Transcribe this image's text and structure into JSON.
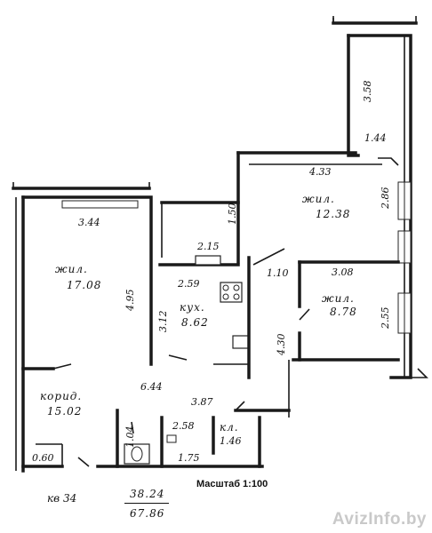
{
  "rooms": {
    "living_large": {
      "name": "жил.",
      "area": "17.08"
    },
    "living_right_top": {
      "name": "жил.",
      "area": "12.38"
    },
    "living_right_mid": {
      "name": "жил.",
      "area": "8.78"
    },
    "kitchen": {
      "name": "кух.",
      "area": "8.62"
    },
    "corridor": {
      "name": "корид.",
      "area": "15.02"
    },
    "closet": {
      "name": "кл.",
      "area": ""
    }
  },
  "dimensions": {
    "d_3_44": "3.44",
    "d_4_95": "4.95",
    "d_3_58": "3.58",
    "d_1_44": "1.44",
    "d_4_33": "4.33",
    "d_2_86": "2.86",
    "d_1_50": "1.50",
    "d_2_15": "2.15",
    "d_2_59": "2.59",
    "d_1_10": "1.10",
    "d_3_08": "3.08",
    "d_2_55": "2.55",
    "d_3_12": "3.12",
    "d_4_30": "4.30",
    "d_6_44": "6.44",
    "d_3_87": "3.87",
    "d_1_04": "1.04",
    "d_2_58": "2.58",
    "d_1_46": "1.46",
    "d_1_75": "1.75",
    "d_0_60": "0.60"
  },
  "apartment_number": "кв 34",
  "area_living": "38.24",
  "area_total": "67.86",
  "scale_label": "Масштаб 1:100",
  "watermark": "AvizInfo.by"
}
